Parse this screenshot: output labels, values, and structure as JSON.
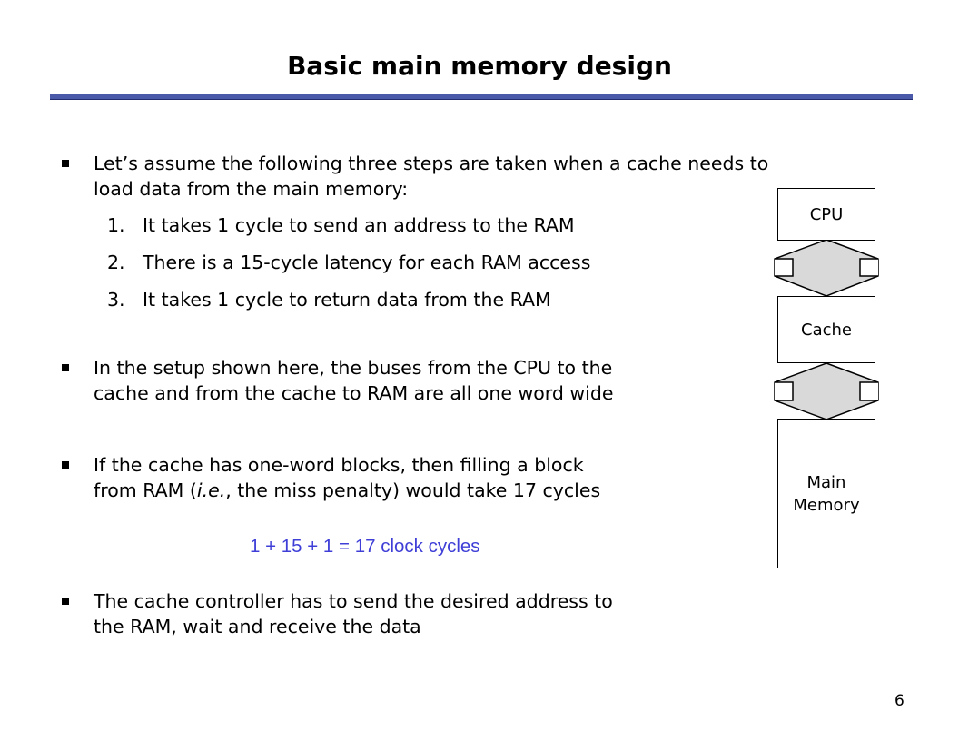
{
  "title": "Basic main memory design",
  "bullets": [
    {
      "line1": "Let’s assume the following three steps are taken when a cache needs to",
      "line2": "load data from the main memory:"
    },
    {
      "line1": "In the setup shown here, the buses from the CPU to the",
      "line2": "cache and from the cache to RAM are all one word wide"
    },
    {
      "line1": "If the cache has one-word blocks, then filling a block",
      "line2_pre": "from RAM (",
      "line2_em": "i.e.",
      "line2_post": ", the miss penalty) would take 17 cycles"
    },
    {
      "line1": "The cache controller has to send the desired address to",
      "line2": "the RAM, wait and receive the data"
    }
  ],
  "steps": [
    {
      "num": "1.",
      "text": "It takes 1 cycle to send an address to the RAM"
    },
    {
      "num": "2.",
      "text": "There is a 15-cycle latency for each RAM access"
    },
    {
      "num": "3.",
      "text": "It takes 1 cycle to return data from the RAM"
    }
  ],
  "formula": "1 + 15 + 1 = 17 clock cycles",
  "diagram": {
    "cpu": "CPU",
    "cache": "Cache",
    "memory_line1": "Main",
    "memory_line2": "Memory"
  },
  "page_number": "6",
  "colors": {
    "title_bar": "#4a5aa8",
    "formula": "#3f3fd8",
    "bus_fill": "#d9d9d9"
  }
}
